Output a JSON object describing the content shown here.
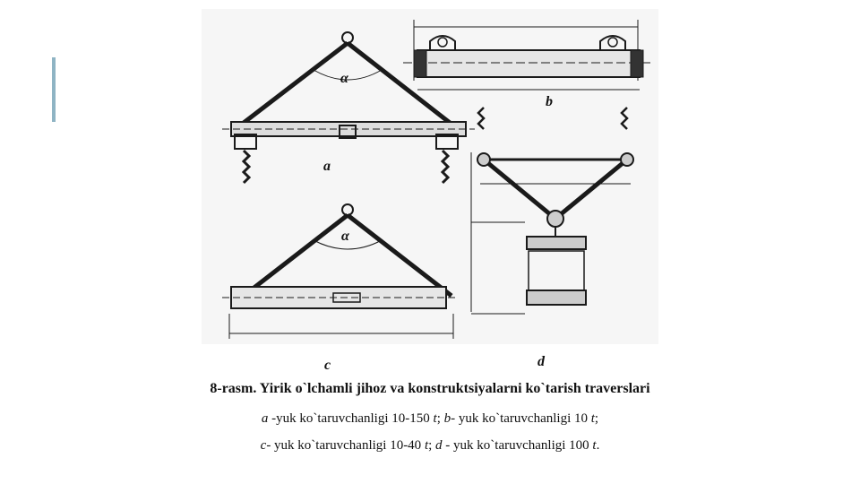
{
  "colors": {
    "accent": "#8fb4c4",
    "ink": "#1a1a1a"
  },
  "panels": {
    "a": {
      "label": "a",
      "angle": "α"
    },
    "b": {
      "label": "b"
    },
    "c": {
      "label": "c",
      "angle": "α"
    },
    "d": {
      "label": "d"
    }
  },
  "caption": {
    "title": "8-rasm. Yirik o`lchamli jihoz va konstruktsiyalarni ko`tarish  traverslari",
    "line1": {
      "a": "a",
      "a_text": " -yuk ko`taruvchanligi 10-150 ",
      "a_unit": "t",
      "b": "b",
      "b_text": "- yuk ko`taruvchanligi 10 ",
      "b_unit": "t",
      "end": ";"
    },
    "line2": {
      "c": "c",
      "c_text": "- yuk ko`taruvchanligi 10-40 ",
      "c_unit": "t",
      "d": "d",
      "d_text": " - yuk ko`taruvchanligi 100 ",
      "d_unit": "t",
      "end": "."
    }
  }
}
